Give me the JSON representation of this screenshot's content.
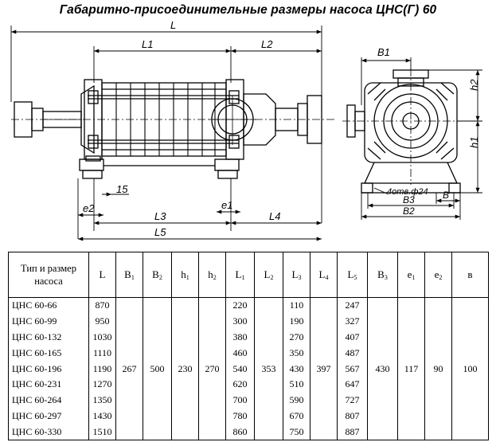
{
  "title": "Габаритно-присоединительные размеры насоса ЦНС(Г) 60",
  "side_view_labels": {
    "L": "L",
    "L1": "L1",
    "L2": "L2",
    "L3": "L3",
    "L4": "L4",
    "L5": "L5",
    "e1": "e1",
    "e2": "e2",
    "d15": "15"
  },
  "front_view_labels": {
    "B1": "B1",
    "h1": "h1",
    "h2": "h2",
    "holes": "4отв.ф24",
    "B": "B",
    "B3": "B3",
    "B2": "B2"
  },
  "table": {
    "headers": [
      {
        "main": "Тип и размер насоса",
        "sub": ""
      },
      {
        "main": "L",
        "sub": ""
      },
      {
        "main": "B",
        "sub": "1"
      },
      {
        "main": "B",
        "sub": "2"
      },
      {
        "main": "h",
        "sub": "1"
      },
      {
        "main": "h",
        "sub": "2"
      },
      {
        "main": "L",
        "sub": "1"
      },
      {
        "main": "L",
        "sub": "2"
      },
      {
        "main": "L",
        "sub": "3"
      },
      {
        "main": "L",
        "sub": "4"
      },
      {
        "main": "L",
        "sub": "5"
      },
      {
        "main": "B",
        "sub": "3"
      },
      {
        "main": "e",
        "sub": "1"
      },
      {
        "main": "e",
        "sub": "2"
      },
      {
        "main": "в",
        "sub": ""
      }
    ],
    "rows": [
      [
        "ЦНС 60-66",
        "870",
        "",
        "",
        "",
        "",
        "220",
        "",
        "110",
        "",
        "247",
        "",
        "",
        "",
        ""
      ],
      [
        "ЦНС 60-99",
        "950",
        "",
        "",
        "",
        "",
        "300",
        "",
        "190",
        "",
        "327",
        "",
        "",
        "",
        ""
      ],
      [
        "ЦНС 60-132",
        "1030",
        "",
        "",
        "",
        "",
        "380",
        "",
        "270",
        "",
        "407",
        "",
        "",
        "",
        ""
      ],
      [
        "ЦНС 60-165",
        "1110",
        "",
        "",
        "",
        "",
        "460",
        "",
        "350",
        "",
        "487",
        "",
        "",
        "",
        ""
      ],
      [
        "ЦНС 60-196",
        "1190",
        "267",
        "500",
        "230",
        "270",
        "540",
        "353",
        "430",
        "397",
        "567",
        "430",
        "117",
        "90",
        "100"
      ],
      [
        "ЦНС 60-231",
        "1270",
        "",
        "",
        "",
        "",
        "620",
        "",
        "510",
        "",
        "647",
        "",
        "",
        "",
        ""
      ],
      [
        "ЦНС 60-264",
        "1350",
        "",
        "",
        "",
        "",
        "700",
        "",
        "590",
        "",
        "727",
        "",
        "",
        "",
        ""
      ],
      [
        "ЦНС 60-297",
        "1430",
        "",
        "",
        "",
        "",
        "780",
        "",
        "670",
        "",
        "807",
        "",
        "",
        "",
        ""
      ],
      [
        "ЦНС 60-330",
        "1510",
        "",
        "",
        "",
        "",
        "860",
        "",
        "750",
        "",
        "887",
        "",
        "",
        "",
        ""
      ]
    ]
  }
}
